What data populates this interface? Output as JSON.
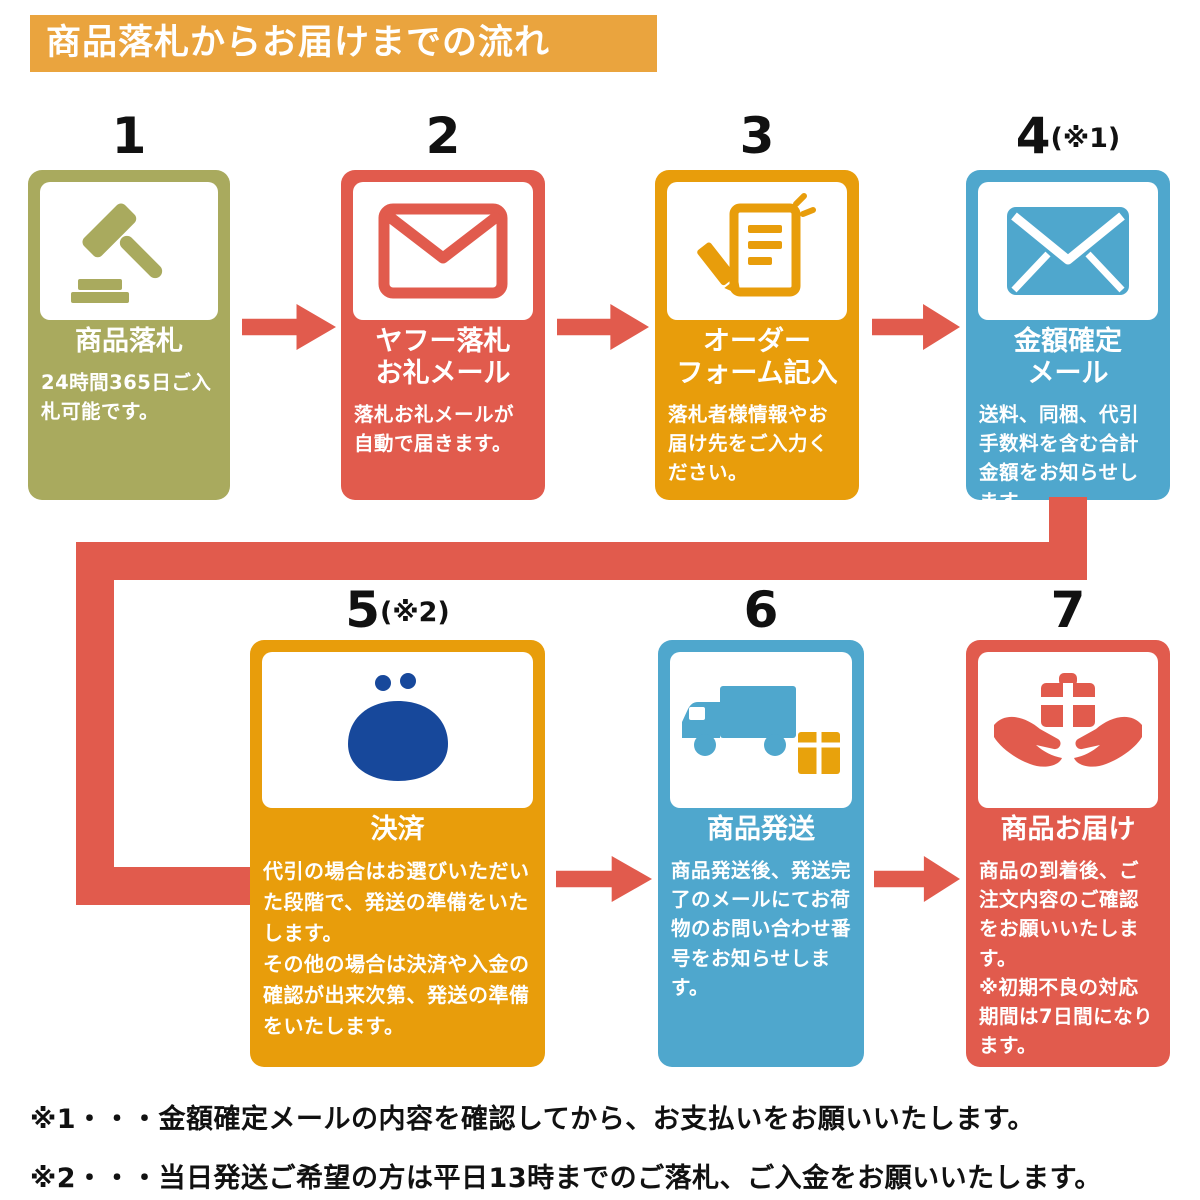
{
  "title": "商品落札からお届けまでの流れ",
  "steps": [
    {
      "number": "1",
      "suffix": "",
      "title": "商品落札",
      "desc": "24時間365日ご入札可能です。"
    },
    {
      "number": "2",
      "suffix": "",
      "title": "ヤフー落札\nお礼メール",
      "desc": "落札お礼メールが自動で届きます。"
    },
    {
      "number": "3",
      "suffix": "",
      "title": "オーダー\nフォーム記入",
      "desc": "落札者様情報やお届け先をご入力ください。"
    },
    {
      "number": "4",
      "suffix": "(※1)",
      "title": "金額確定\nメール",
      "desc": "送料、同梱、代引手数料を含む合計金額をお知らせします。"
    },
    {
      "number": "5",
      "suffix": "(※2)",
      "title": "決済",
      "desc": "代引の場合はお選びいただいた段階で、発送の準備をいたします。\nその他の場合は決済や入金の確認が出来次第、発送の準備をいたします。"
    },
    {
      "number": "6",
      "suffix": "",
      "title": "商品発送",
      "desc": "商品発送後、発送完了のメールにてお荷物のお問い合わせ番号をお知らせします。"
    },
    {
      "number": "7",
      "suffix": "",
      "title": "商品お届け",
      "desc": "商品の到着後、ご注文内容のご確認をお願いいたします。\n※初期不良の対応期間は7日間になります。"
    }
  ],
  "notes": [
    "※1・・・金額確定メールの内容を確認してから、お支払いをお願いいたします。",
    "※2・・・当日発送ご希望の方は平日13時までのご落札、ご入金をお願いいたします。"
  ],
  "colors": {
    "banner": "#eaa43e",
    "step1": "#a9aa5e",
    "step2": "#e15b4d",
    "step3": "#e89d0b",
    "step4": "#4fa7cd",
    "step5": "#e89d0b",
    "step6": "#4fa7cd",
    "step7": "#e15b4d",
    "arrow": "#e15b4d",
    "purse": "#17489b",
    "box": "#e8a20c"
  }
}
